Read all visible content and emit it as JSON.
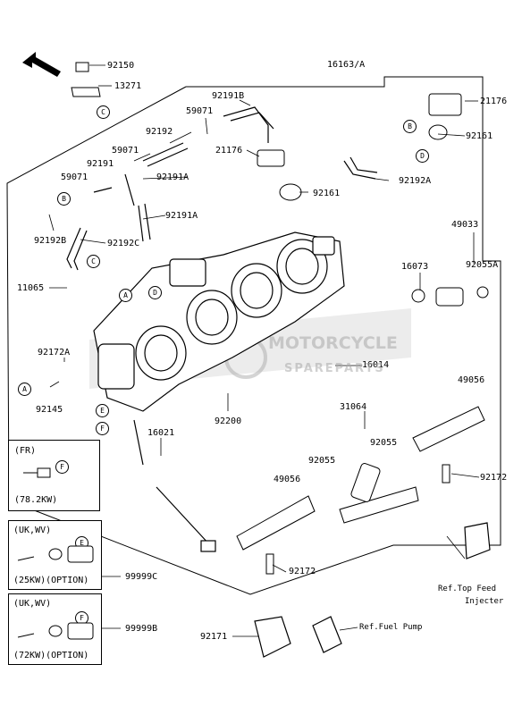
{
  "part_labels": {
    "p92150": "92150",
    "p13271": "13271",
    "p16163A": "16163/A",
    "p92191B": "92191B",
    "p59071a": "59071",
    "p21176a": "21176",
    "p92192": "92192",
    "p59071b": "59071",
    "p92161a": "92161",
    "p92191": "92191",
    "p21176b": "21176",
    "p92191A_a": "92191A",
    "p59071c": "59071",
    "p92161b": "92161",
    "p92192A": "92192A",
    "p92191A_b": "92191A",
    "p92192B": "92192B",
    "p92192C": "92192C",
    "p49033": "49033",
    "p16073": "16073",
    "p92055A": "92055A",
    "p11065": "11065",
    "p92172A": "92172A",
    "p16014": "16014",
    "p92145": "92145",
    "p92200": "92200",
    "p49056a": "49056",
    "p31064": "31064",
    "p16021": "16021",
    "p92055a": "92055",
    "p92055b": "92055",
    "p92172a": "92172",
    "p49056b": "49056",
    "p92172b": "92172",
    "p99999C": "99999C",
    "p99999B": "99999B",
    "p92171": "92171"
  },
  "callouts": {
    "c_C_top": "C",
    "c_B_right": "B",
    "c_D_right": "D",
    "c_B_left": "B",
    "c_C_mid": "C",
    "c_A_mid": "A",
    "c_D_mid": "D",
    "c_A_left": "A",
    "c_E": "E",
    "c_F": "F",
    "c_F_box": "F",
    "c_E_box": "E",
    "c_F_box2": "F"
  },
  "notes": {
    "fr_title": "(FR)",
    "fr_kw": "(78.2KW)",
    "uk1_title": "(UK,WV)",
    "uk1_kw": "(25KW)(OPTION)",
    "uk2_title": "(UK,WV)",
    "uk2_kw": "(72KW)(OPTION)"
  },
  "refs": {
    "ref_feed_1": "Ref.Top Feed",
    "ref_feed_2": "Injecter",
    "ref_pump": "Ref.Fuel Pump"
  },
  "watermark": {
    "line1": "MOTORCYCLE",
    "line2": "SPAREPARTS"
  }
}
